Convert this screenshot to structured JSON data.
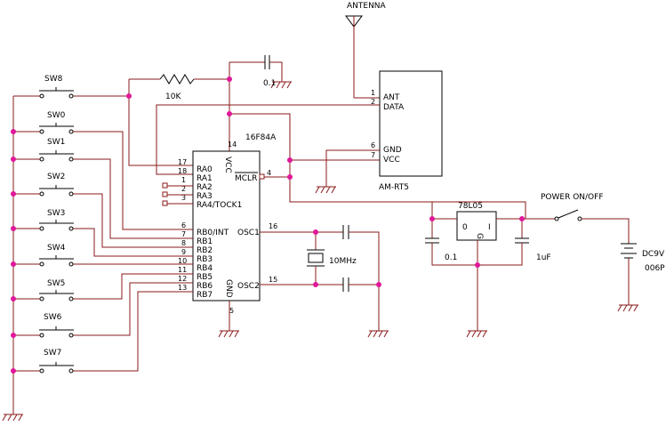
{
  "colors": {
    "wire": "#8b1a1a",
    "junction": "#e0189a",
    "part": "#000000",
    "background": "#ffffff"
  },
  "antenna": {
    "label": "ANTENNA"
  },
  "rf_module": {
    "name": "AM-RT5",
    "pins": [
      {
        "num": "1",
        "label": "ANT"
      },
      {
        "num": "2",
        "label": "DATA"
      },
      {
        "num": "6",
        "label": "GND"
      },
      {
        "num": "7",
        "label": "VCC"
      }
    ]
  },
  "mcu": {
    "name": "16F84A",
    "vcc_label": "VCC",
    "gnd_label": "GND",
    "vcc_pin": "14",
    "gnd_pin": "5",
    "mclr": {
      "label": "MCLR",
      "num": "4"
    },
    "left_pins": [
      {
        "num": "17",
        "label": "RA0"
      },
      {
        "num": "18",
        "label": "RA1"
      },
      {
        "num": "1",
        "label": "RA2"
      },
      {
        "num": "2",
        "label": "RA3"
      },
      {
        "num": "3",
        "label": "RA4/TOCK1"
      },
      {
        "num": "6",
        "label": "RB0/INT"
      },
      {
        "num": "7",
        "label": "RB1"
      },
      {
        "num": "8",
        "label": "RB2"
      },
      {
        "num": "9",
        "label": "RB3"
      },
      {
        "num": "10",
        "label": "RB4"
      },
      {
        "num": "11",
        "label": "RB5"
      },
      {
        "num": "12",
        "label": "RB6"
      },
      {
        "num": "13",
        "label": "RB7"
      }
    ],
    "osc1": {
      "label": "OSC1",
      "num": "16"
    },
    "osc2": {
      "label": "OSC2",
      "num": "15"
    }
  },
  "switches": [
    "SW8",
    "SW0",
    "SW1",
    "SW2",
    "SW3",
    "SW4",
    "SW5",
    "SW6",
    "SW7"
  ],
  "resistor": {
    "label": "10K"
  },
  "cap_top": {
    "label": "0.1"
  },
  "crystal": {
    "label": "10MHz"
  },
  "regulator": {
    "name": "78L05",
    "pin_left": "0",
    "pin_right": "I",
    "pin_bottom": "G"
  },
  "cap_reg_in": {
    "label": "0.1"
  },
  "cap_reg_out": {
    "label": "1uF"
  },
  "power_switch": {
    "label": "POWER ON/OFF"
  },
  "battery": {
    "label": "DC9V",
    "sublabel": "006P"
  }
}
